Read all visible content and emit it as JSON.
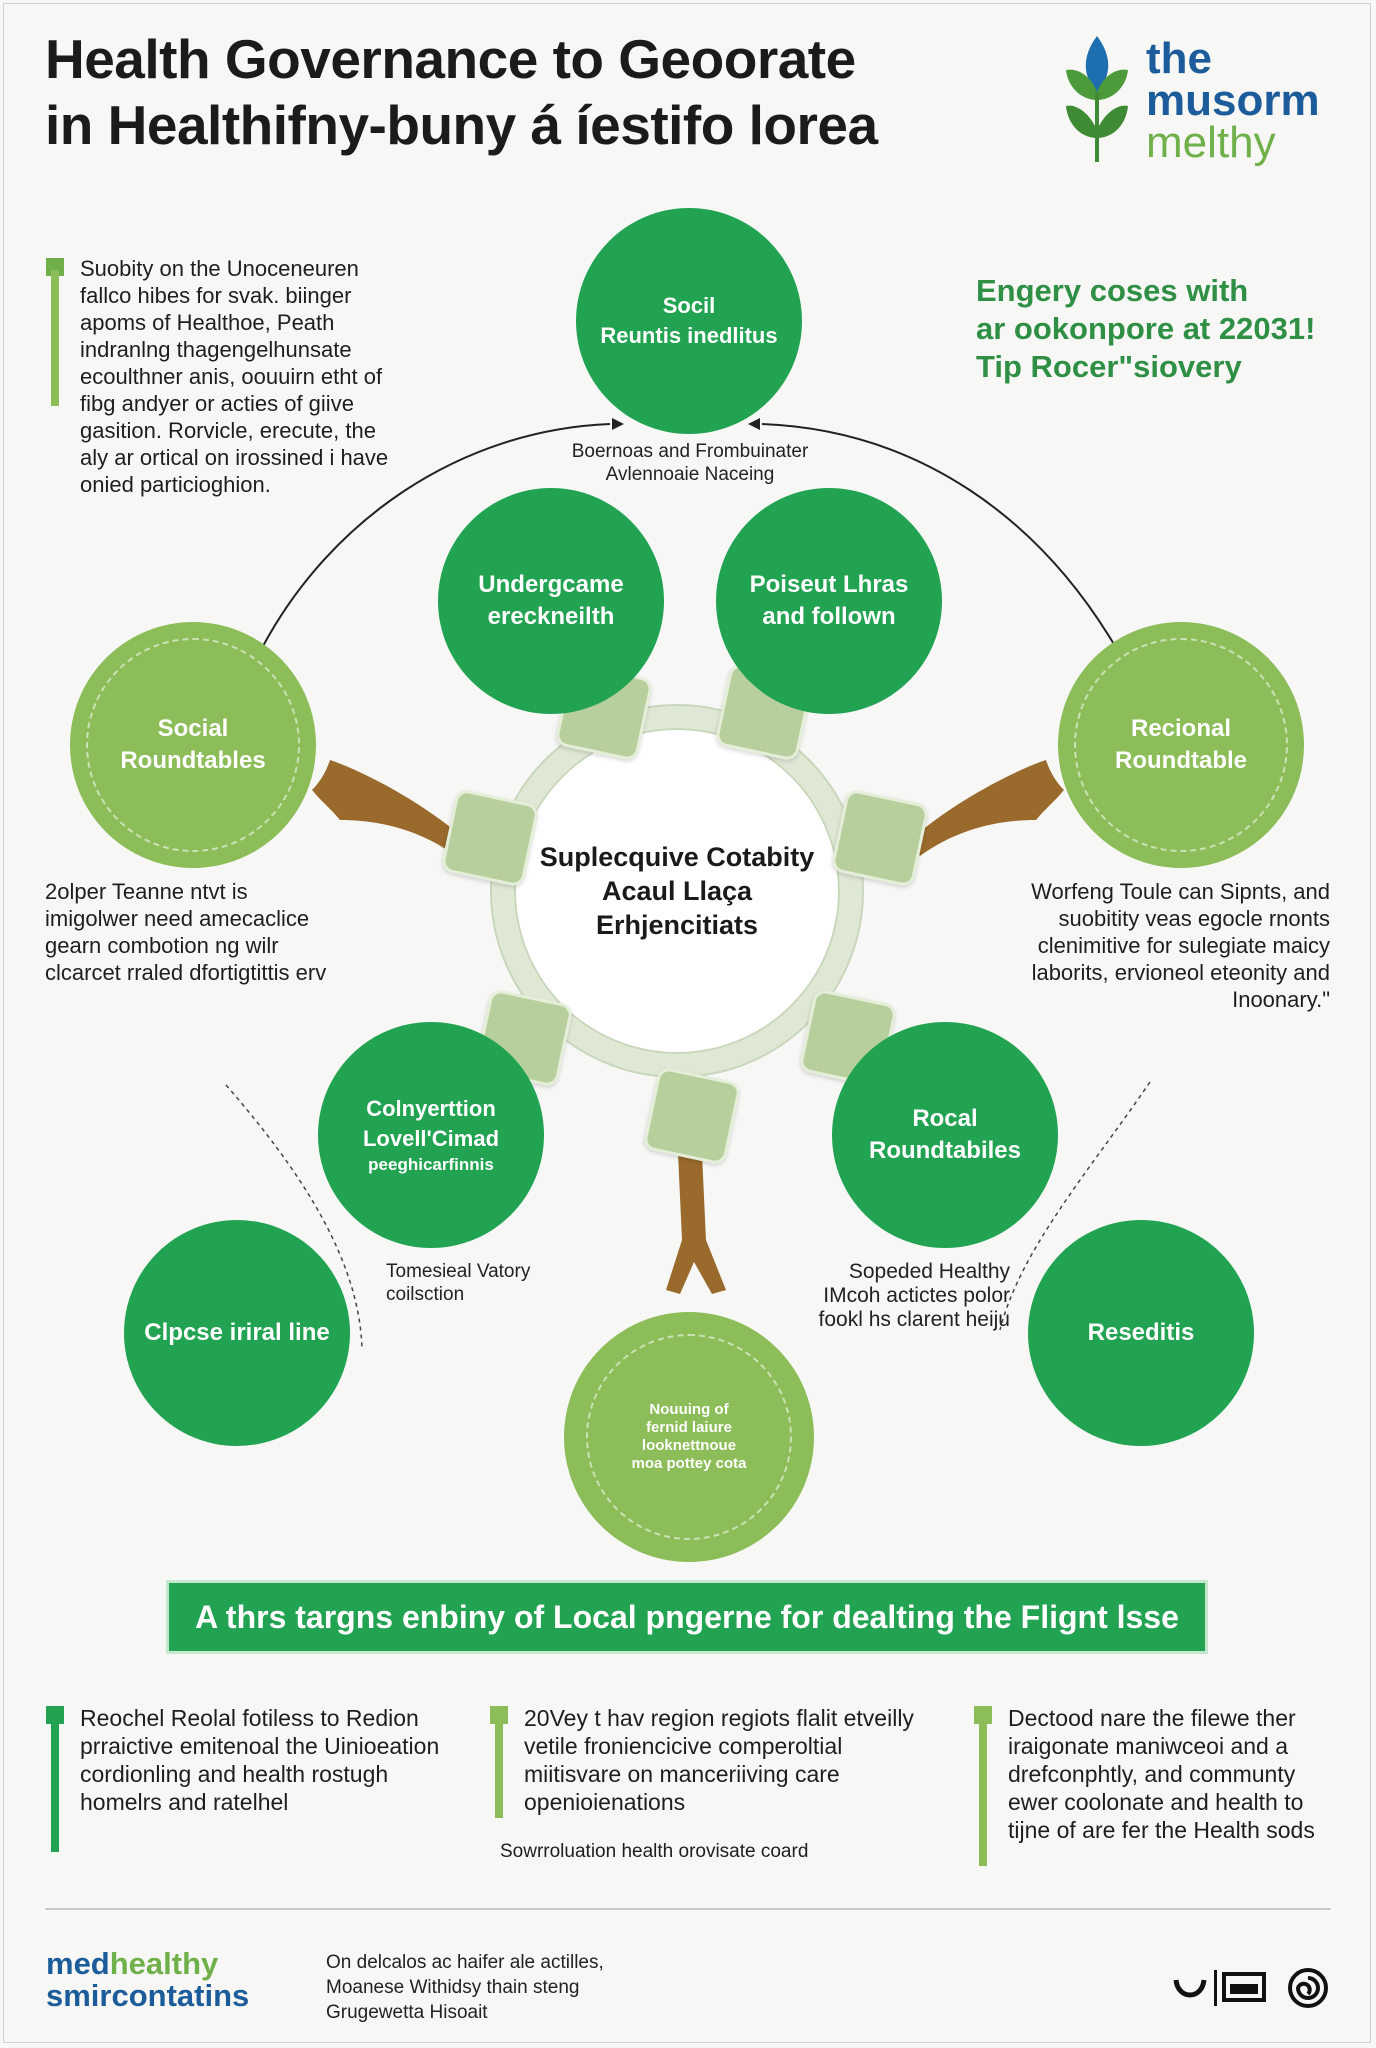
{
  "header": {
    "title_line1": "Health Governance to Geoorate",
    "title_line2": "in Healthifny-buny á íestifo lorea"
  },
  "logo": {
    "line1": "the",
    "line2": "musorm",
    "line3": "melthy"
  },
  "callout": {
    "line1": "Engery coses with",
    "line2": "ar ookonpore at 22031!",
    "line3": "Tip Rocer\"siovery"
  },
  "intro_text": "Suobity on the Unoceneuren fallco hibes for svak. biinger apoms of Healthoe, Peath indranlng thagengelhunsate ecoulthner anis, oouuirn etht of fibg andyer or acties of giive gasition. Rorvicle, erecute, the aly ar ortical on irossined i have onied particioghion.",
  "arc_label": {
    "line1": "Boernoas and Frombuinater",
    "line2": "Avlennoaie Naceing"
  },
  "circles": {
    "top": {
      "line1": "Socil",
      "line2": "Reuntis inedlitus"
    },
    "inner_left": {
      "line1": "Undergcame",
      "line2": "ereckneilth"
    },
    "inner_right": {
      "line1": "Poiseut Lhras",
      "line2": "and follown"
    },
    "left": {
      "line1": "Social",
      "line2": "Roundtables"
    },
    "right": {
      "line1": "Recional",
      "line2": "Roundtable"
    },
    "lower_left": {
      "line1": "Colnyerttion",
      "line2": "Lovell'Cimad",
      "line3": "peeghicarfinnis"
    },
    "lower_right": {
      "line1": "Rocal",
      "line2": "Roundtabiles"
    },
    "bottom_left": {
      "line1": "Clpcse iriral line"
    },
    "bottom_right": {
      "line1": "Reseditis"
    },
    "bottom": {
      "line1": "Nouuing of",
      "line2": "fernid laiure",
      "line3": "looknettnoue",
      "line4": "moa pottey cota"
    }
  },
  "hub": {
    "line1": "Suplecquive Cotabity",
    "line2": "Acaul Llaça",
    "line3": "Erhjencitiats"
  },
  "left_text": "2olper Teanne ntvt is imigolwer need amecaclice gearn combotion ng wilr clcarcet rraled dfortigtittis erv",
  "right_text": "Worfeng Toule can Sipnts, and suobitity veas egocle rnonts clenimitive for sulegiate maicy laborits, ervioneol eteonity and Inoonary.\"",
  "label_left": {
    "line1": "Tomesieal Vatory",
    "line2": "coilsction"
  },
  "label_right": {
    "line1": "Sopeded Healthy",
    "line2": "IMcoh actictes polor",
    "line3": "fookl hs clarent heiju"
  },
  "banner": "A thrs targns enbiny of Local pngerne for dealting the Flignt lsse",
  "columns": {
    "col1": "Reochel Reolal fotiless to Redion prraictive emitenoal the Uinioeation cordionling and health rostugh homelrs and ratelhel",
    "col2": "20Vey t hav region regiots flalit etveilly vetile froniencicive comperoltial miitisvare on manceriiving care openioienations",
    "col2_sub": "Sowrroluation health orovisate coard",
    "col3": "Dectood nare the filewe ther iraigonate maniwceoi and a drefconphtly, and communty ewer coolonate and health to tijne of are fer the Health sods"
  },
  "footer": {
    "logo_line1a": "med",
    "logo_line1b": "healthy",
    "logo_line2": "smircontatins",
    "text_line1": "On delcalos ac haifer ale actilles,",
    "text_line2": "Moanese Withidsy thain steng",
    "text_line3": "Grugewetta Hisoait"
  },
  "colors": {
    "dark_green": "#21a352",
    "light_green": "#8cbd58",
    "brand_blue": "#1d5c9b",
    "brand_green": "#6fb04a",
    "connector_brown": "#9a6a2c"
  },
  "icons": [
    "leaf-logo-icon",
    "smile-icon",
    "monitor-icon",
    "spiral-icon"
  ]
}
